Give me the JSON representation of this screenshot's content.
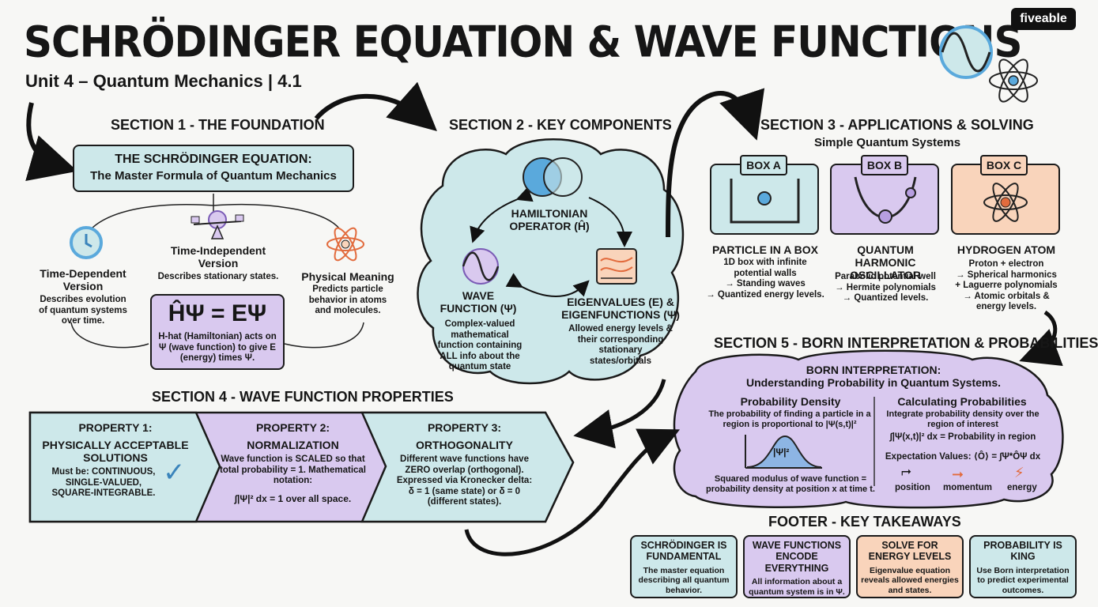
{
  "header": {
    "title": "SCHRÖDINGER EQUATION & WAVE FUNCTIONS",
    "subtitle": "Unit 4 – Quantum Mechanics | 4.1",
    "brand": "fiveable"
  },
  "section1": {
    "heading": "SECTION 1 - THE FOUNDATION",
    "box_title": "THE SCHRÖDINGER EQUATION:",
    "box_subtitle": "The Master Formula of Quantum Mechanics",
    "time_dep_title": "Time-Dependent Version",
    "time_dep_desc": "Describes evolution of quantum systems over time.",
    "time_indep_title": "Time-Independent Version",
    "time_indep_desc": "Describes stationary states.",
    "physical_title": "Physical Meaning",
    "physical_desc": "Predicts particle behavior in atoms and molecules.",
    "equation": "ĤΨ = EΨ",
    "equation_desc": "H-hat (Hamiltonian) acts on Ψ (wave function) to give E (energy) times Ψ."
  },
  "section2": {
    "heading": "SECTION 2 - KEY COMPONENTS",
    "hamiltonian": "HAMILTONIAN OPERATOR (Ĥ)",
    "wave_title": "WAVE FUNCTION (Ψ)",
    "wave_desc": "Complex-valued mathematical function containing ALL info about the quantum state",
    "eigen_title": "EIGENVALUES (E) & EIGENFUNCTIONS (Ψ)",
    "eigen_desc": "Allowed energy levels & their corresponding stationary states/orbitals"
  },
  "section3": {
    "heading": "SECTION 3 - APPLICATIONS & SOLVING",
    "subheading": "Simple Quantum Systems",
    "box_a_label": "BOX A",
    "box_b_label": "BOX B",
    "box_c_label": "BOX C",
    "a_title": "PARTICLE IN A BOX",
    "a_desc": "1D box with infinite potential walls\n→ Standing waves\n→ Quantized energy levels.",
    "b_title": "QUANTUM HARMONIC OSCILLATOR",
    "b_desc": "Parabolic potential well\n→ Hermite polynomials\n→ Quantized levels.",
    "c_title": "HYDROGEN ATOM",
    "c_desc": "Proton + electron\n→ Spherical harmonics\n+ Laguerre polynomials\n→ Atomic orbitals & energy levels."
  },
  "section4": {
    "heading": "SECTION 4 - WAVE FUNCTION PROPERTIES",
    "p1_label": "PROPERTY 1:",
    "p1_title": "PHYSICALLY ACCEPTABLE SOLUTIONS",
    "p1_desc": "Must be: CONTINUOUS, SINGLE-VALUED, SQUARE-INTEGRABLE.",
    "p2_label": "PROPERTY 2:",
    "p2_title": "NORMALIZATION",
    "p2_desc": "Wave function is SCALED so that total probability = 1. Mathematical notation:",
    "p2_formula": "∫|Ψ|² dx = 1 over all space.",
    "p3_label": "PROPERTY 3:",
    "p3_title": "ORTHOGONALITY",
    "p3_desc": "Different wave functions have ZERO overlap (orthogonal). Expressed via Kronecker delta: δ = 1 (same state) or δ = 0 (different states)."
  },
  "section5": {
    "heading": "SECTION 5 - BORN INTERPRETATION & PROBABILITIES",
    "cloud_title": "BORN INTERPRETATION:",
    "cloud_subtitle": "Understanding Probability in Quantum Systems.",
    "density_title": "Probability Density",
    "density_desc": "The probability of finding a particle in a region is proportional to |Ψ(s,t)|²",
    "density_curve_label": "|Ψ|²",
    "density_caption": "Squared modulus of wave function = probability density at position x at time t.",
    "calc_title": "Calculating Probabilities",
    "calc_desc": "Integrate probability density over the region of interest",
    "calc_formula": "∫|Ψ(x,t)|² dx = Probability in region",
    "expect_formula": "Expectation Values: ⟨Ô⟩ = ∫Ψ*ÔΨ dx",
    "icon_position": "position",
    "icon_momentum": "momentum",
    "icon_energy": "energy"
  },
  "footer": {
    "heading": "FOOTER - KEY TAKEAWAYS",
    "cards": [
      {
        "title": "SCHRÖDINGER IS FUNDAMENTAL",
        "desc": "The master equation describing all quantum behavior."
      },
      {
        "title": "WAVE FUNCTIONS ENCODE EVERYTHING",
        "desc": "All information about a quantum system is in Ψ."
      },
      {
        "title": "SOLVE FOR ENERGY LEVELS",
        "desc": "Eigenvalue equation reveals allowed energies and states."
      },
      {
        "title": "PROBABILITY IS KING",
        "desc": "Use Born interpretation to predict experimental outcomes."
      }
    ]
  },
  "colors": {
    "teal": "#cde8ea",
    "purple": "#d9c9ef",
    "orange": "#f9d4bb",
    "blue_icon": "#5aa9dc",
    "ink": "#161616"
  }
}
